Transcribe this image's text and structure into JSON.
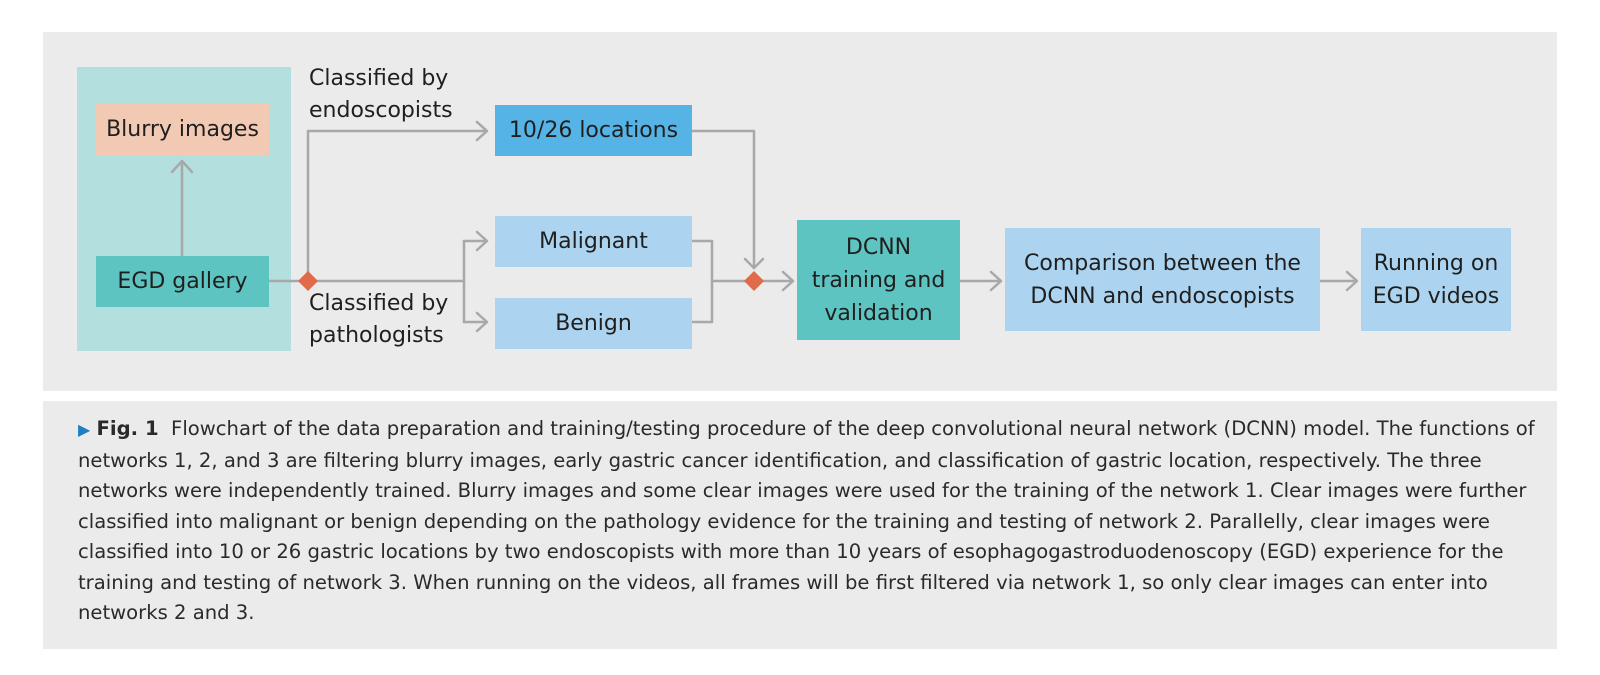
{
  "colors": {
    "panel_bg": "#ebebeb",
    "group_bg": "#b3dfdf",
    "blurry": "#f2c9b3",
    "teal": "#5ec4c1",
    "blue_dark": "#56b3e6",
    "blue_light": "#acd4f0",
    "connector": "#a8a8a8",
    "junction": "#e06a4a",
    "caption_marker": "#1f7fc2"
  },
  "nodes": {
    "blurry_images": "Blurry images",
    "egd_gallery": "EGD gallery",
    "locations": "10/26 locations",
    "malignant": "Malignant",
    "benign": "Benign",
    "dcnn_training": "DCNN\ntraining and\nvalidation",
    "comparison": "Comparison between the\nDCNN and endoscopists",
    "running": "Running on\nEGD videos"
  },
  "labels": {
    "classified_endoscopists": "Classified by\nendoscopists",
    "classified_pathologists": "Classified by\npathologists"
  },
  "caption": {
    "marker": "▶",
    "figure_label": "Fig. 1",
    "text": "Flowchart of the data preparation and training/testing procedure of the deep convolutional neural network (DCNN) model. The functions of networks 1, 2, and 3 are filtering blurry images, early gastric cancer identification, and classification of gastric location, respectively. The three networks were independently trained. Blurry images and some clear images were used for the training of the network 1. Clear images were further classified into malignant or benign depending on the pathology evidence for the training and testing of network 2. Parallelly, clear images were classified into 10 or 26 gastric locations by two endoscopists with more than 10 years of esophagogastroduodenoscopy (EGD) experience for the training and testing of network 3. When running on the videos, all frames will be first filtered via network 1, so only clear images can enter into networks 2 and 3."
  }
}
